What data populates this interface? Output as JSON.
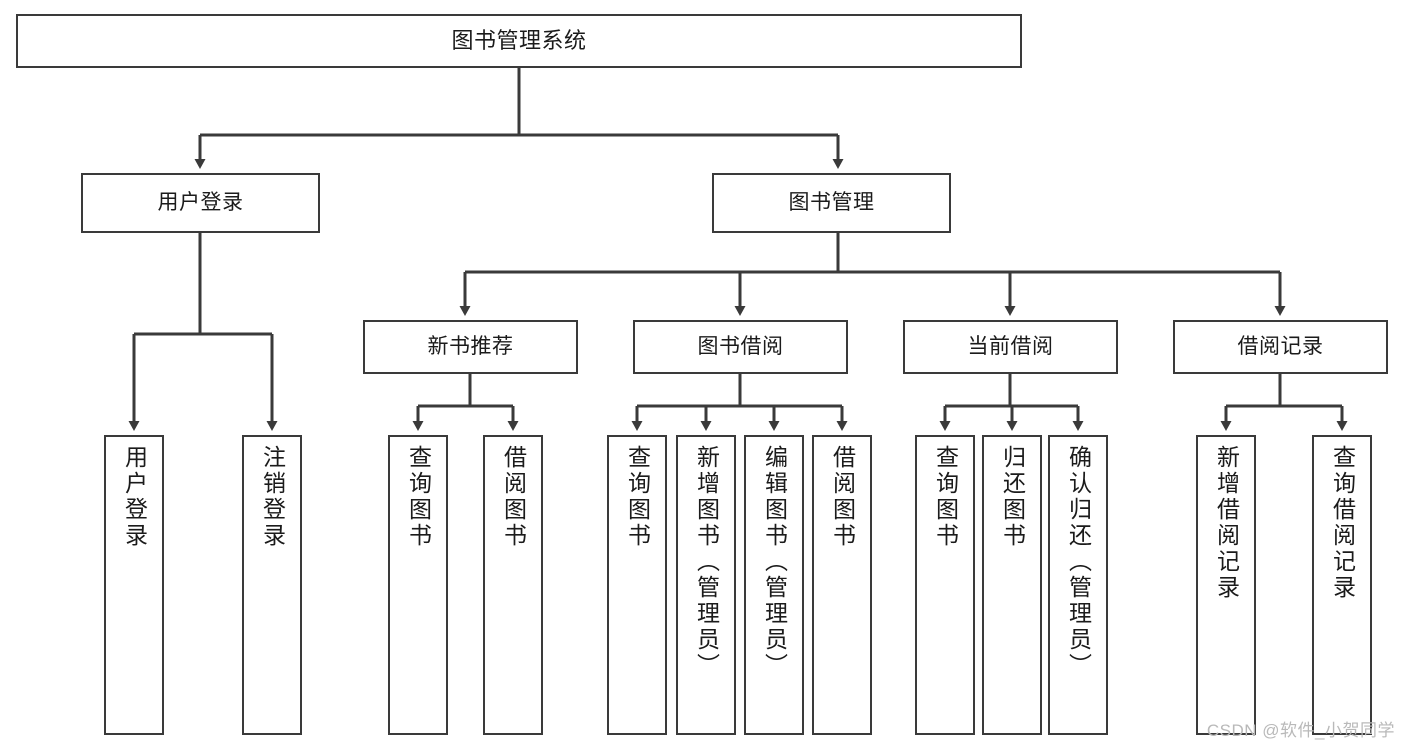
{
  "diagram": {
    "title": "图书管理系统",
    "type": "hierarchy-tree",
    "colors": {
      "box_border": "#3a3a3a",
      "box_fill": "#ffffff",
      "wire": "#3a3a3a",
      "text": "#1b1b1b",
      "watermark": "#b9b9b9",
      "background": "#ffffff"
    },
    "nodes": {
      "root": {
        "label": "图书管理系统"
      },
      "level2": [
        {
          "label": "用户登录"
        },
        {
          "label": "图书管理"
        }
      ],
      "level3": [
        {
          "label": "新书推荐"
        },
        {
          "label": "图书借阅"
        },
        {
          "label": "当前借阅"
        },
        {
          "label": "借阅记录"
        }
      ],
      "leaves_user_login": [
        {
          "label": "用户登录"
        },
        {
          "label": "注销登录"
        }
      ],
      "leaves_new_book": [
        {
          "label": "查询图书"
        },
        {
          "label": "借阅图书"
        }
      ],
      "leaves_borrow": [
        {
          "label": "查询图书"
        },
        {
          "label": "新增图书（管理员）"
        },
        {
          "label": "编辑图书（管理员）"
        },
        {
          "label": "借阅图书"
        }
      ],
      "leaves_current": [
        {
          "label": "查询图书"
        },
        {
          "label": "归还图书"
        },
        {
          "label": "确认归还（管理员）"
        }
      ],
      "leaves_records": [
        {
          "label": "新增借阅记录"
        },
        {
          "label": "查询借阅记录"
        }
      ]
    },
    "watermark": "CSDN @软件_小贺同学"
  }
}
